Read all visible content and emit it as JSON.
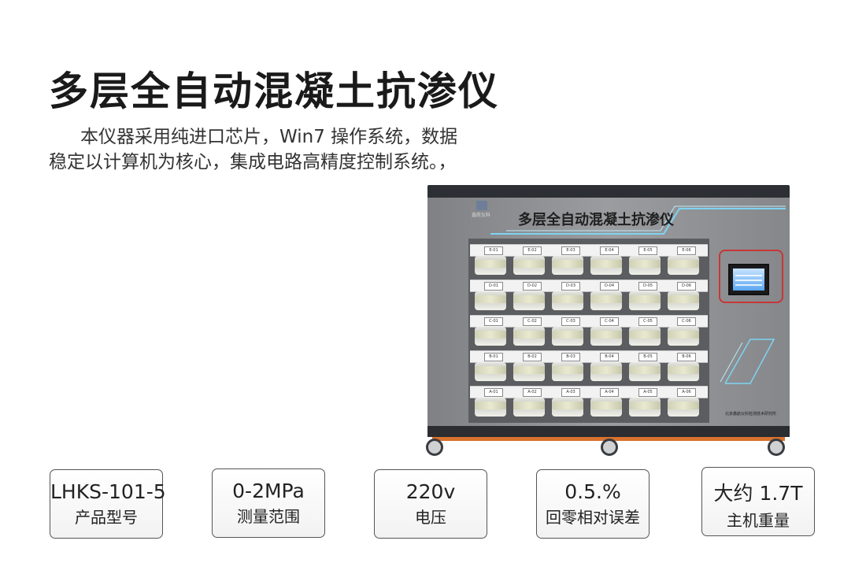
{
  "title": "多层全自动混凝土抗渗仪",
  "description": "本仪器采用纯进口芯片，Win7 操作系统，数据稳定以计算机为核心，集成电路高精度控制系统。，",
  "machine": {
    "panel_title": "多层全自动混凝土抗渗仪",
    "logo_text": "鑫航仪科",
    "footer_text": "北京鑫航仪科检测技术研究所",
    "rows": [
      {
        "tags": [
          "E-01",
          "E-02",
          "E-03",
          "E-04",
          "E-05",
          "E-06"
        ]
      },
      {
        "tags": [
          "D-01",
          "D-02",
          "D-03",
          "D-04",
          "D-05",
          "D-06"
        ]
      },
      {
        "tags": [
          "C-01",
          "C-02",
          "C-03",
          "C-04",
          "C-05",
          "C-06"
        ]
      },
      {
        "tags": [
          "B-01",
          "B-02",
          "B-03",
          "B-04",
          "B-05",
          "B-06"
        ]
      },
      {
        "tags": [
          "A-01",
          "A-02",
          "A-03",
          "A-04",
          "A-05",
          "A-06"
        ]
      }
    ],
    "accent_colors": {
      "stripe": "#d9722f",
      "screen_frame": "#c73737",
      "deco_lines": "#7fd3f2"
    }
  },
  "specs": [
    {
      "value": "LHKS-101-5",
      "label": "产品型号"
    },
    {
      "value": "0-2MPa",
      "label": "测量范围"
    },
    {
      "value": "220v",
      "label": "电压"
    },
    {
      "value": "0.5.%",
      "label": "回零相对误差"
    },
    {
      "value": "大约 1.7T",
      "label": "主机重量"
    }
  ]
}
